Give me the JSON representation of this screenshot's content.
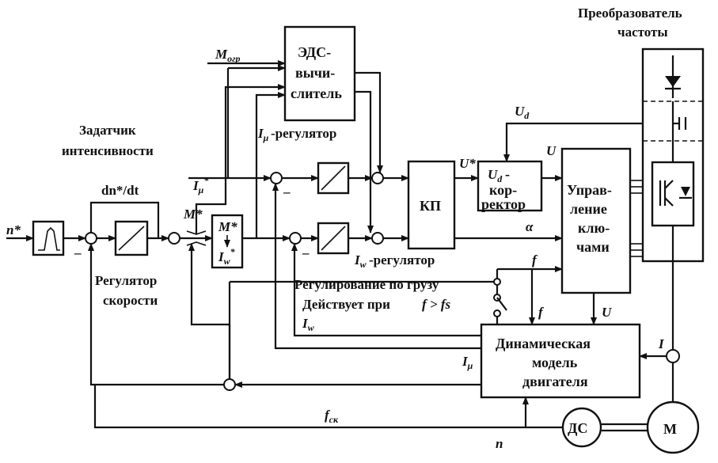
{
  "colors": {
    "ink": "#111111",
    "background": "#ffffff"
  },
  "labels": {
    "converter_title_1": "Преобразователь",
    "converter_title_2": "частоты",
    "ramp_title_1": "Задатчик",
    "ramp_title_2": "интенсивности",
    "speed_reg_1": "Регулятор",
    "speed_reg_2": "скорости",
    "imu_reg": "-регулятор",
    "iw_reg": "-регулятор",
    "load_reg": "Регулирование по грузу",
    "acts_when": "Действует при"
  },
  "blocks": {
    "emf_1": "ЭДС-",
    "emf_2": "вычи-",
    "emf_3": "слитель",
    "kp": "КП",
    "ud_corr_1": "-",
    "ud_corr_2": "кор-",
    "ud_corr_3": "ректор",
    "keys_1": "Управ-",
    "keys_2": "ление",
    "keys_3": "клю-",
    "keys_4": "чами",
    "model_1": "Динамическая",
    "model_2": "модель",
    "model_3": "двигателя",
    "ds": "ДС",
    "motor": "М"
  },
  "signals": {
    "n_ref": "n*",
    "dn_dt": "dn*/dt",
    "m_ref": "M*",
    "m_block": "M*",
    "iw_block": "I*w",
    "m_limit": "Mогр",
    "i_mu_ref": "I*μ",
    "u_ref": "U*",
    "u": "U",
    "ud": "Ud",
    "alpha": "α",
    "f": "f",
    "f_model": "f",
    "u_model": "U",
    "i": "I",
    "i_w": "Iw",
    "i_mu": "Iμ",
    "f_sk": "fск",
    "n": "n",
    "f_cond": "f > fs",
    "minus": "–"
  }
}
